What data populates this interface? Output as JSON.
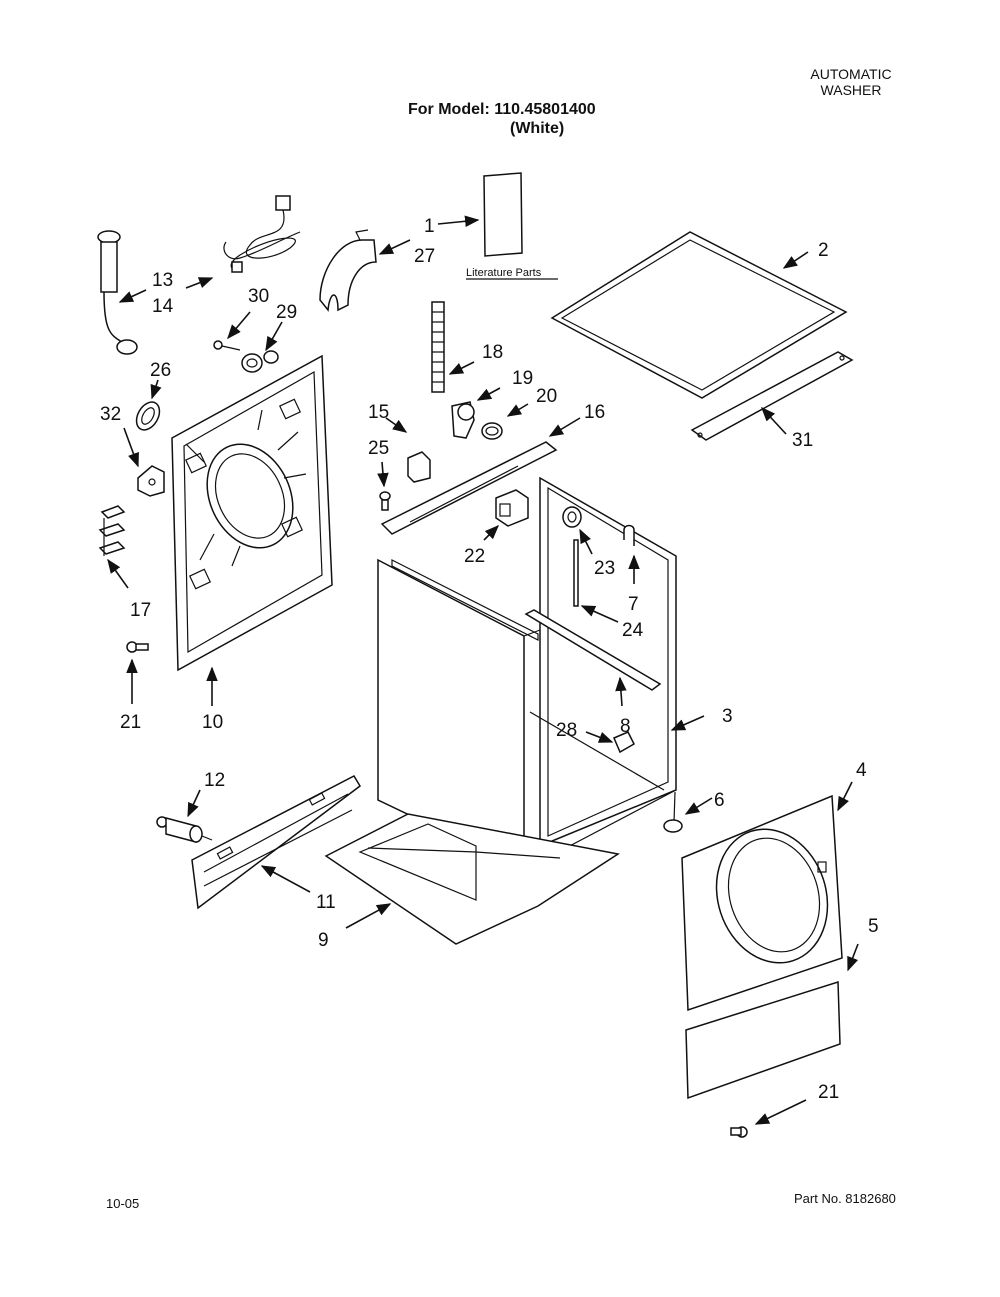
{
  "header": {
    "product_line1": "AUTOMATIC",
    "product_line2": "WASHER",
    "model_line": "For Model: 110.45801400",
    "color_line": "(White)"
  },
  "literature_caption": "Literature Parts",
  "callouts": [
    {
      "id": "c1",
      "label": "1"
    },
    {
      "id": "c2",
      "label": "2"
    },
    {
      "id": "c3",
      "label": "3"
    },
    {
      "id": "c4",
      "label": "4"
    },
    {
      "id": "c5",
      "label": "5"
    },
    {
      "id": "c6",
      "label": "6"
    },
    {
      "id": "c7",
      "label": "7"
    },
    {
      "id": "c8",
      "label": "8"
    },
    {
      "id": "c9",
      "label": "9"
    },
    {
      "id": "c10",
      "label": "10"
    },
    {
      "id": "c11",
      "label": "11"
    },
    {
      "id": "c12",
      "label": "12"
    },
    {
      "id": "c13",
      "label": "13"
    },
    {
      "id": "c14",
      "label": "14"
    },
    {
      "id": "c15",
      "label": "15"
    },
    {
      "id": "c16",
      "label": "16"
    },
    {
      "id": "c17",
      "label": "17"
    },
    {
      "id": "c18",
      "label": "18"
    },
    {
      "id": "c19",
      "label": "19"
    },
    {
      "id": "c20",
      "label": "20"
    },
    {
      "id": "c21a",
      "label": "21"
    },
    {
      "id": "c21b",
      "label": "21"
    },
    {
      "id": "c22",
      "label": "22"
    },
    {
      "id": "c23",
      "label": "23"
    },
    {
      "id": "c24",
      "label": "24"
    },
    {
      "id": "c25",
      "label": "25"
    },
    {
      "id": "c26",
      "label": "26"
    },
    {
      "id": "c27",
      "label": "27"
    },
    {
      "id": "c28",
      "label": "28"
    },
    {
      "id": "c29",
      "label": "29"
    },
    {
      "id": "c30",
      "label": "30"
    },
    {
      "id": "c31",
      "label": "31"
    },
    {
      "id": "c32",
      "label": "32"
    }
  ],
  "footer": {
    "date": "10-05",
    "part_number": "Part No. 8182680"
  }
}
